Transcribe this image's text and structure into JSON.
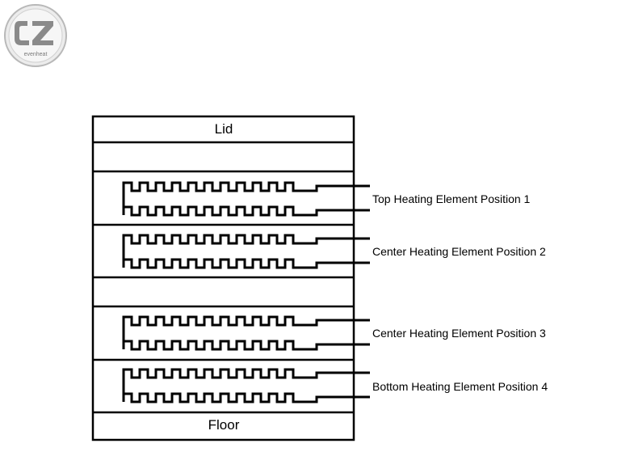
{
  "logo": {
    "mark": "cz",
    "wordmark": "evenheat"
  },
  "diagram": {
    "lid_label": "Lid",
    "floor_label": "Floor",
    "elements": [
      {
        "label": "Top Heating Element Position 1"
      },
      {
        "label": "Center Heating Element Position 2"
      },
      {
        "label": "Center Heating Element Position 3"
      },
      {
        "label": "Bottom Heating Element Position 4"
      }
    ]
  }
}
